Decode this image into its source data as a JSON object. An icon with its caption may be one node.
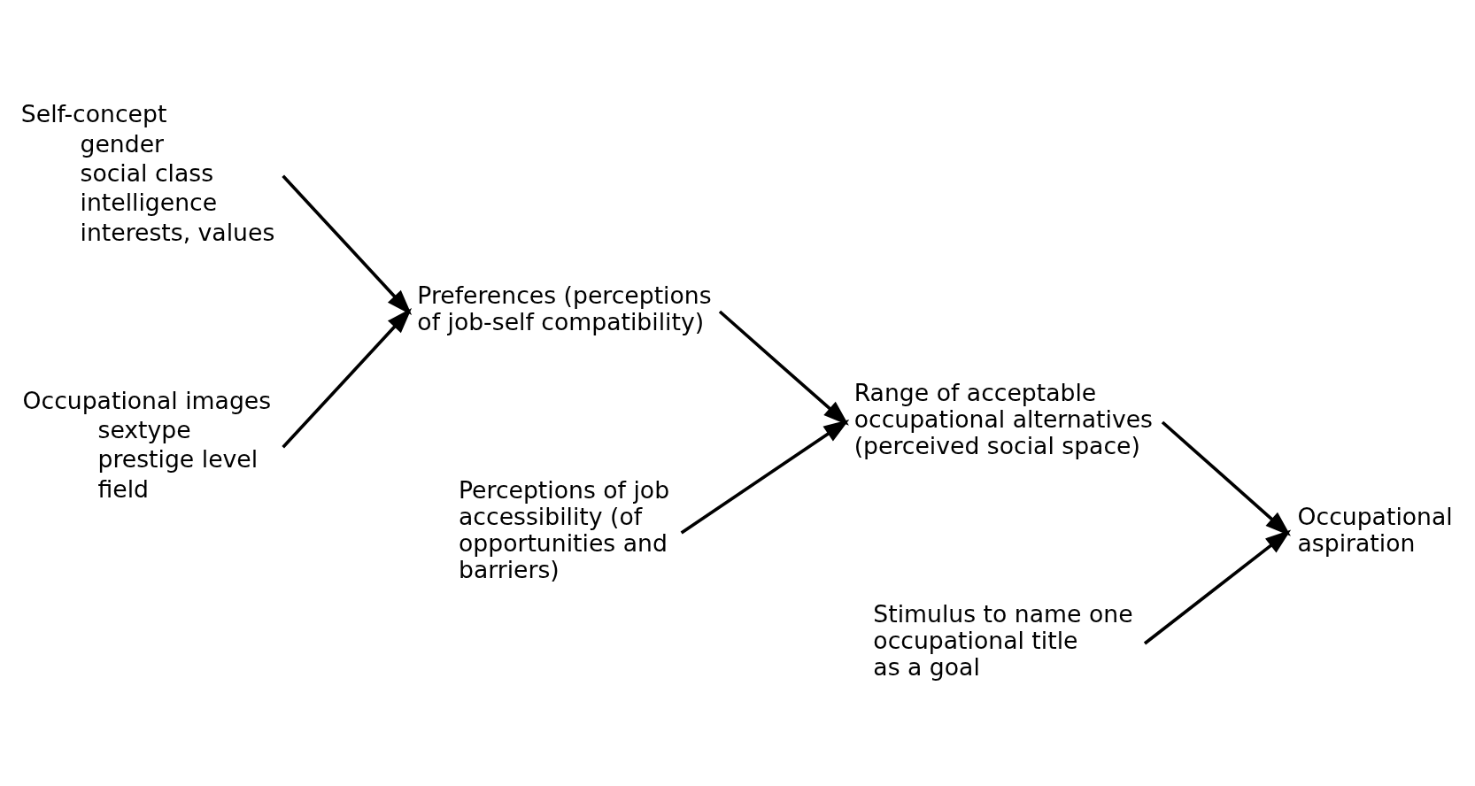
{
  "diagram": {
    "nodes": [
      {
        "text": [
          "Self-concept",
          "gender",
          "social class",
          "intelligence",
          "interests, values"
        ]
      },
      {
        "text": [
          "Occupational images",
          "sextype",
          "prestige level",
          "field"
        ]
      },
      {
        "text": [
          "Preferences (perceptions of job-self compatibility)"
        ]
      },
      {
        "text": [
          "Perceptions of job accessibility (of opportunities and barriers)"
        ]
      },
      {
        "text": [
          "Range of acceptable occupational alternatives (perceived social space)"
        ]
      },
      {
        "text": [
          "Stimulus to name one occupational title as a goal"
        ]
      },
      {
        "text": [
          "Occupational aspiration"
        ]
      }
    ],
    "edges": [
      {
        "from": 0,
        "to": 2,
        "arrow": "to"
      },
      {
        "from": 1,
        "to": 2,
        "arrow": "to"
      },
      {
        "from": 2,
        "to": 4,
        "arrow": "to"
      },
      {
        "from": 3,
        "to": 4,
        "arrow": "to"
      },
      {
        "from": 4,
        "to": 6,
        "arrow": "to"
      },
      {
        "from": 5,
        "to": 6,
        "arrow": "to"
      }
    ]
  }
}
